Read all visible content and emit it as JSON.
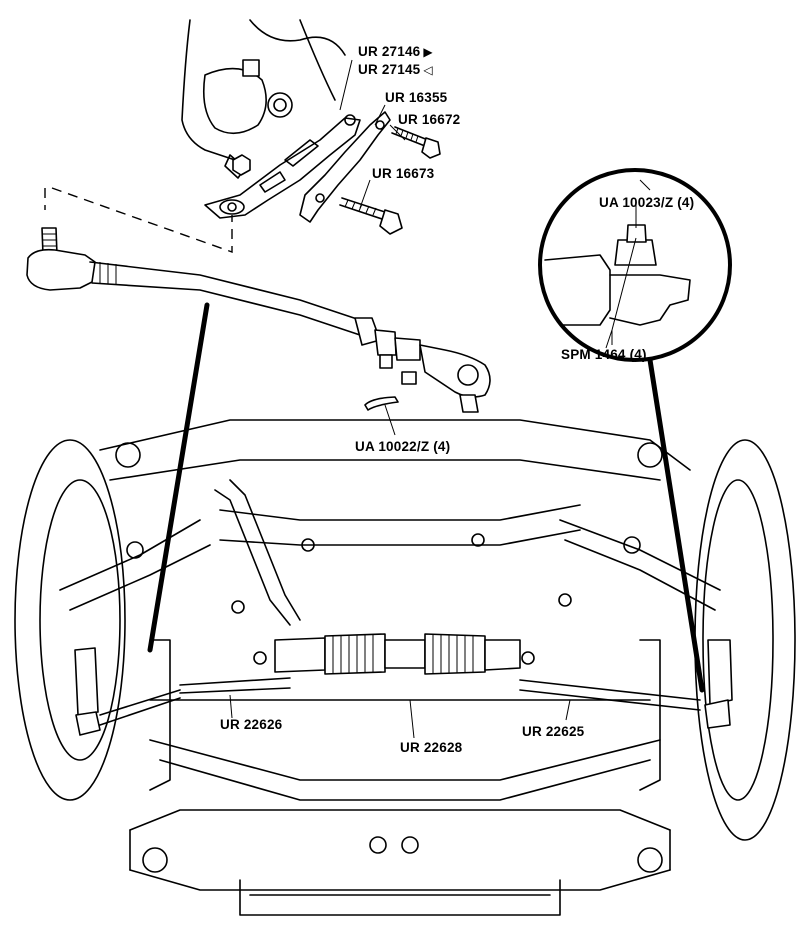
{
  "labels": {
    "ur27146": "UR 27146",
    "ur27146_marker": "▶",
    "ur27145": "UR 27145",
    "ur27145_marker": "◁",
    "ur16355": "UR 16355",
    "ur16672": "UR 16672",
    "ur16673": "UR 16673",
    "ua10023z": "UA 10023/Z (4)",
    "spm1464": "SPM 1464 (4)",
    "ua10022z": "UA 10022/Z (4)",
    "ur22626": "UR 22626",
    "ur22628": "UR 22628",
    "ur22625": "UR 22625"
  }
}
